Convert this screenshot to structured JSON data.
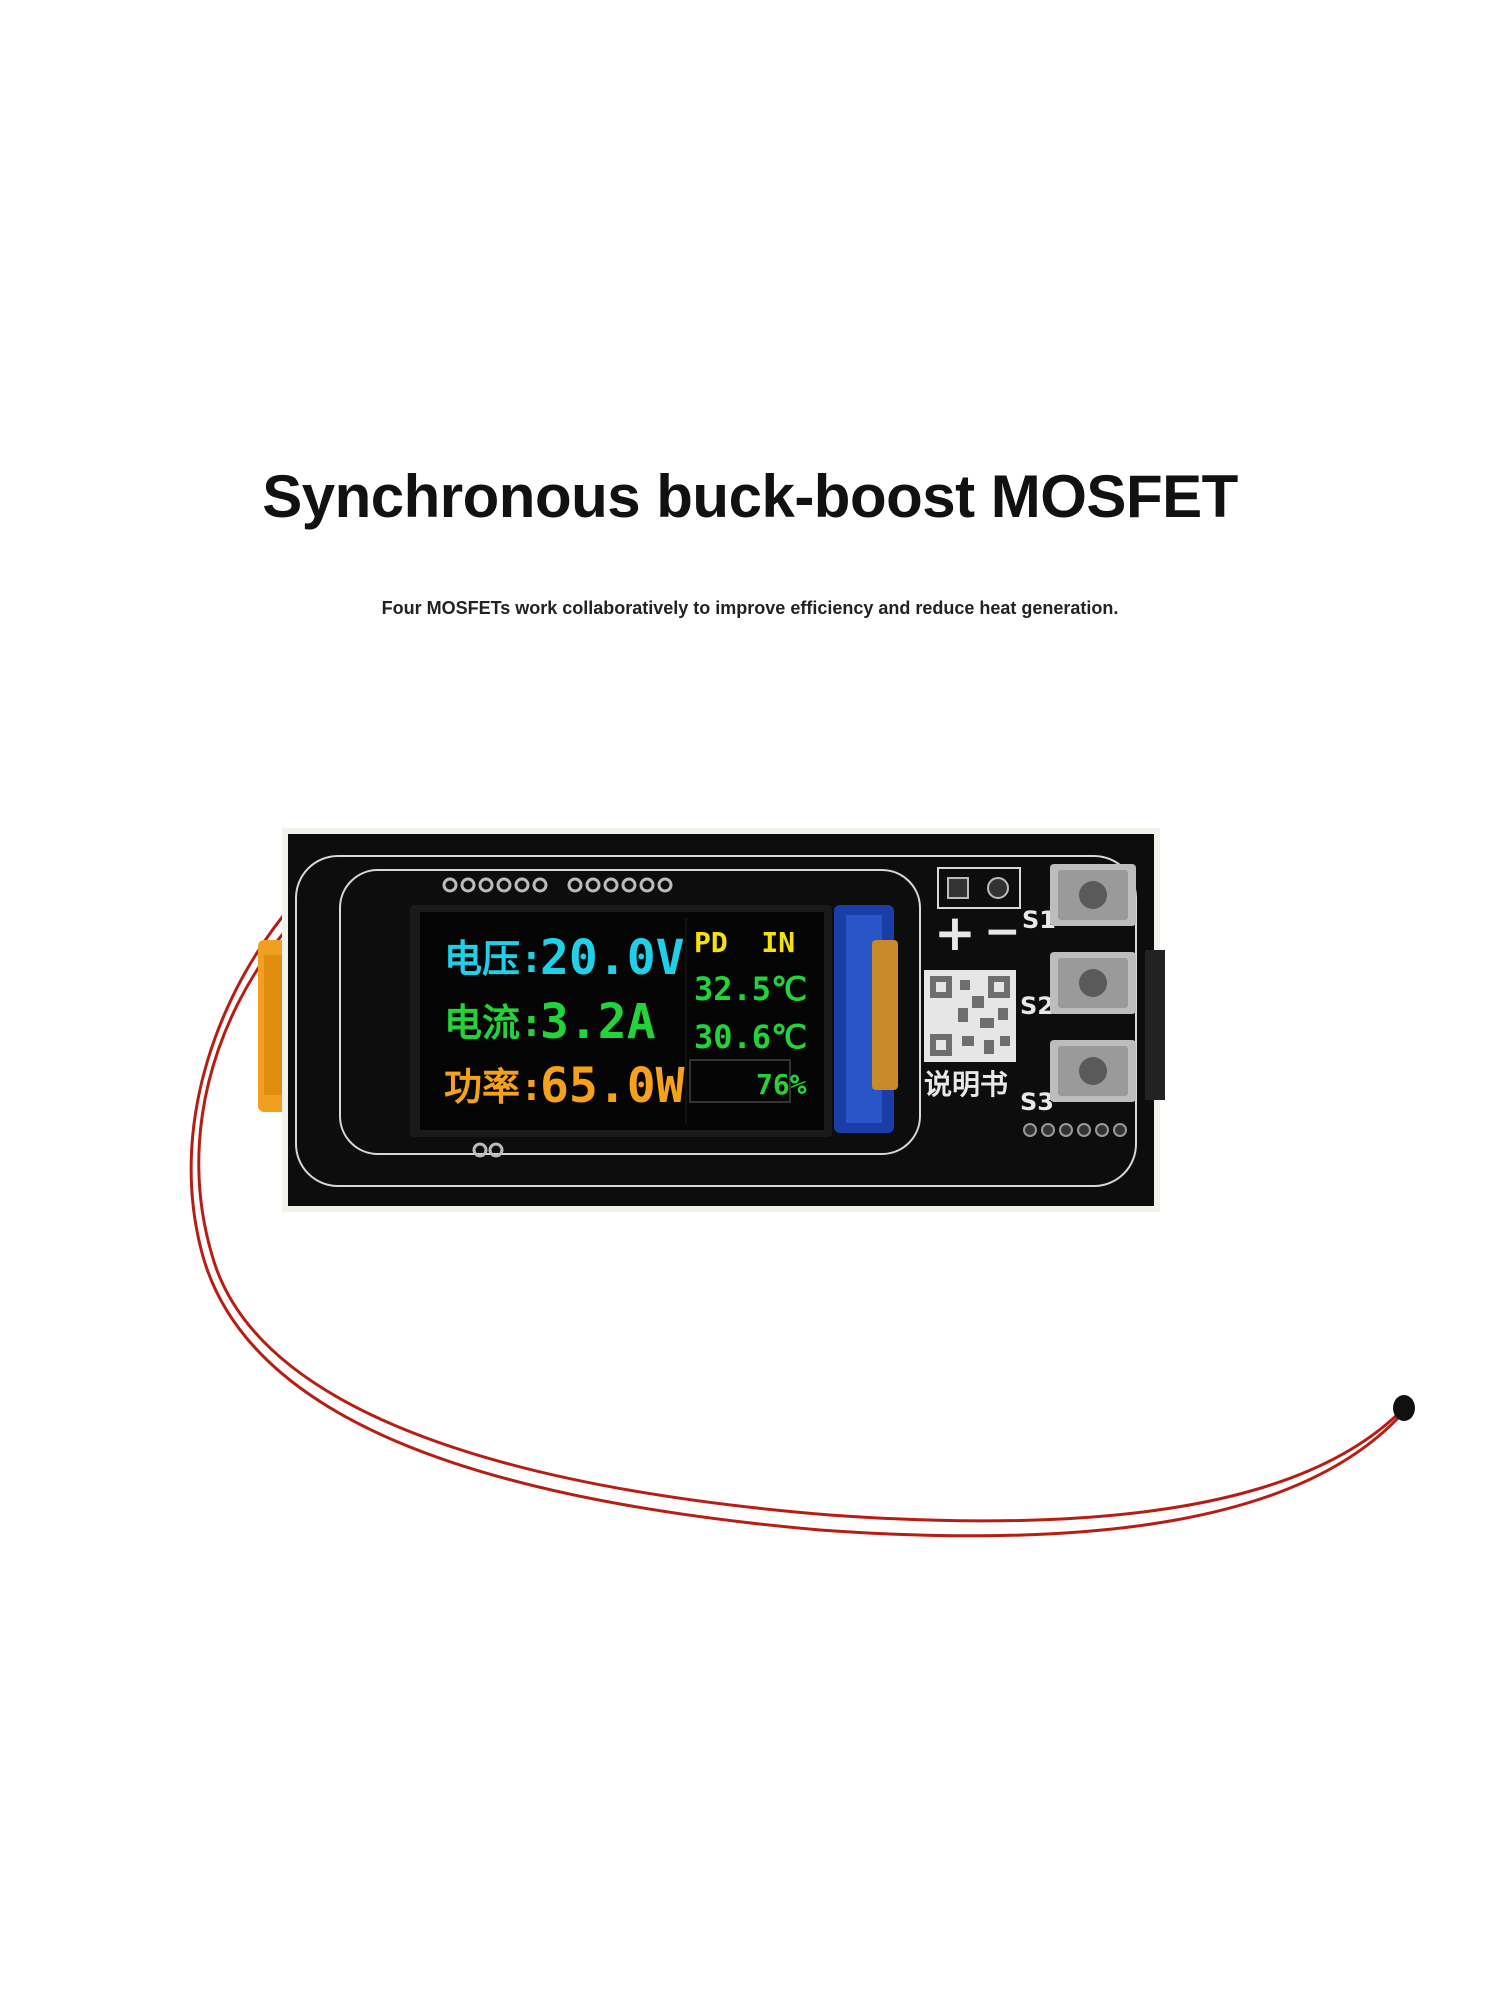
{
  "headline": "Synchronous buck-boost MOSFET",
  "subline": "Four MOSFETs work collaboratively to improve efficiency and reduce heat generation.",
  "device": {
    "screen": {
      "voltage_label": "电压:",
      "voltage_value": "20.0V",
      "current_label": "电流:",
      "current_value": "3.2A",
      "power_label": "功率:",
      "power_value": "65.0W",
      "mode": "PD  IN",
      "temp_1": "32.5℃",
      "temp_2": "30.6℃",
      "percent": "76%"
    },
    "silkscreen": {
      "manual": "说明书",
      "button_1": "S1",
      "button_2": "S2",
      "button_3": "S3",
      "plus": "+",
      "minus": "−"
    },
    "colors": {
      "board": "#0d0d0d",
      "voltage": "#1fd0e8",
      "current": "#22d43a",
      "power": "#f5a21a",
      "mode": "#f5e20a",
      "temperature": "#22d43a",
      "wire": "#b81d14",
      "connector": "#f0a020"
    }
  }
}
